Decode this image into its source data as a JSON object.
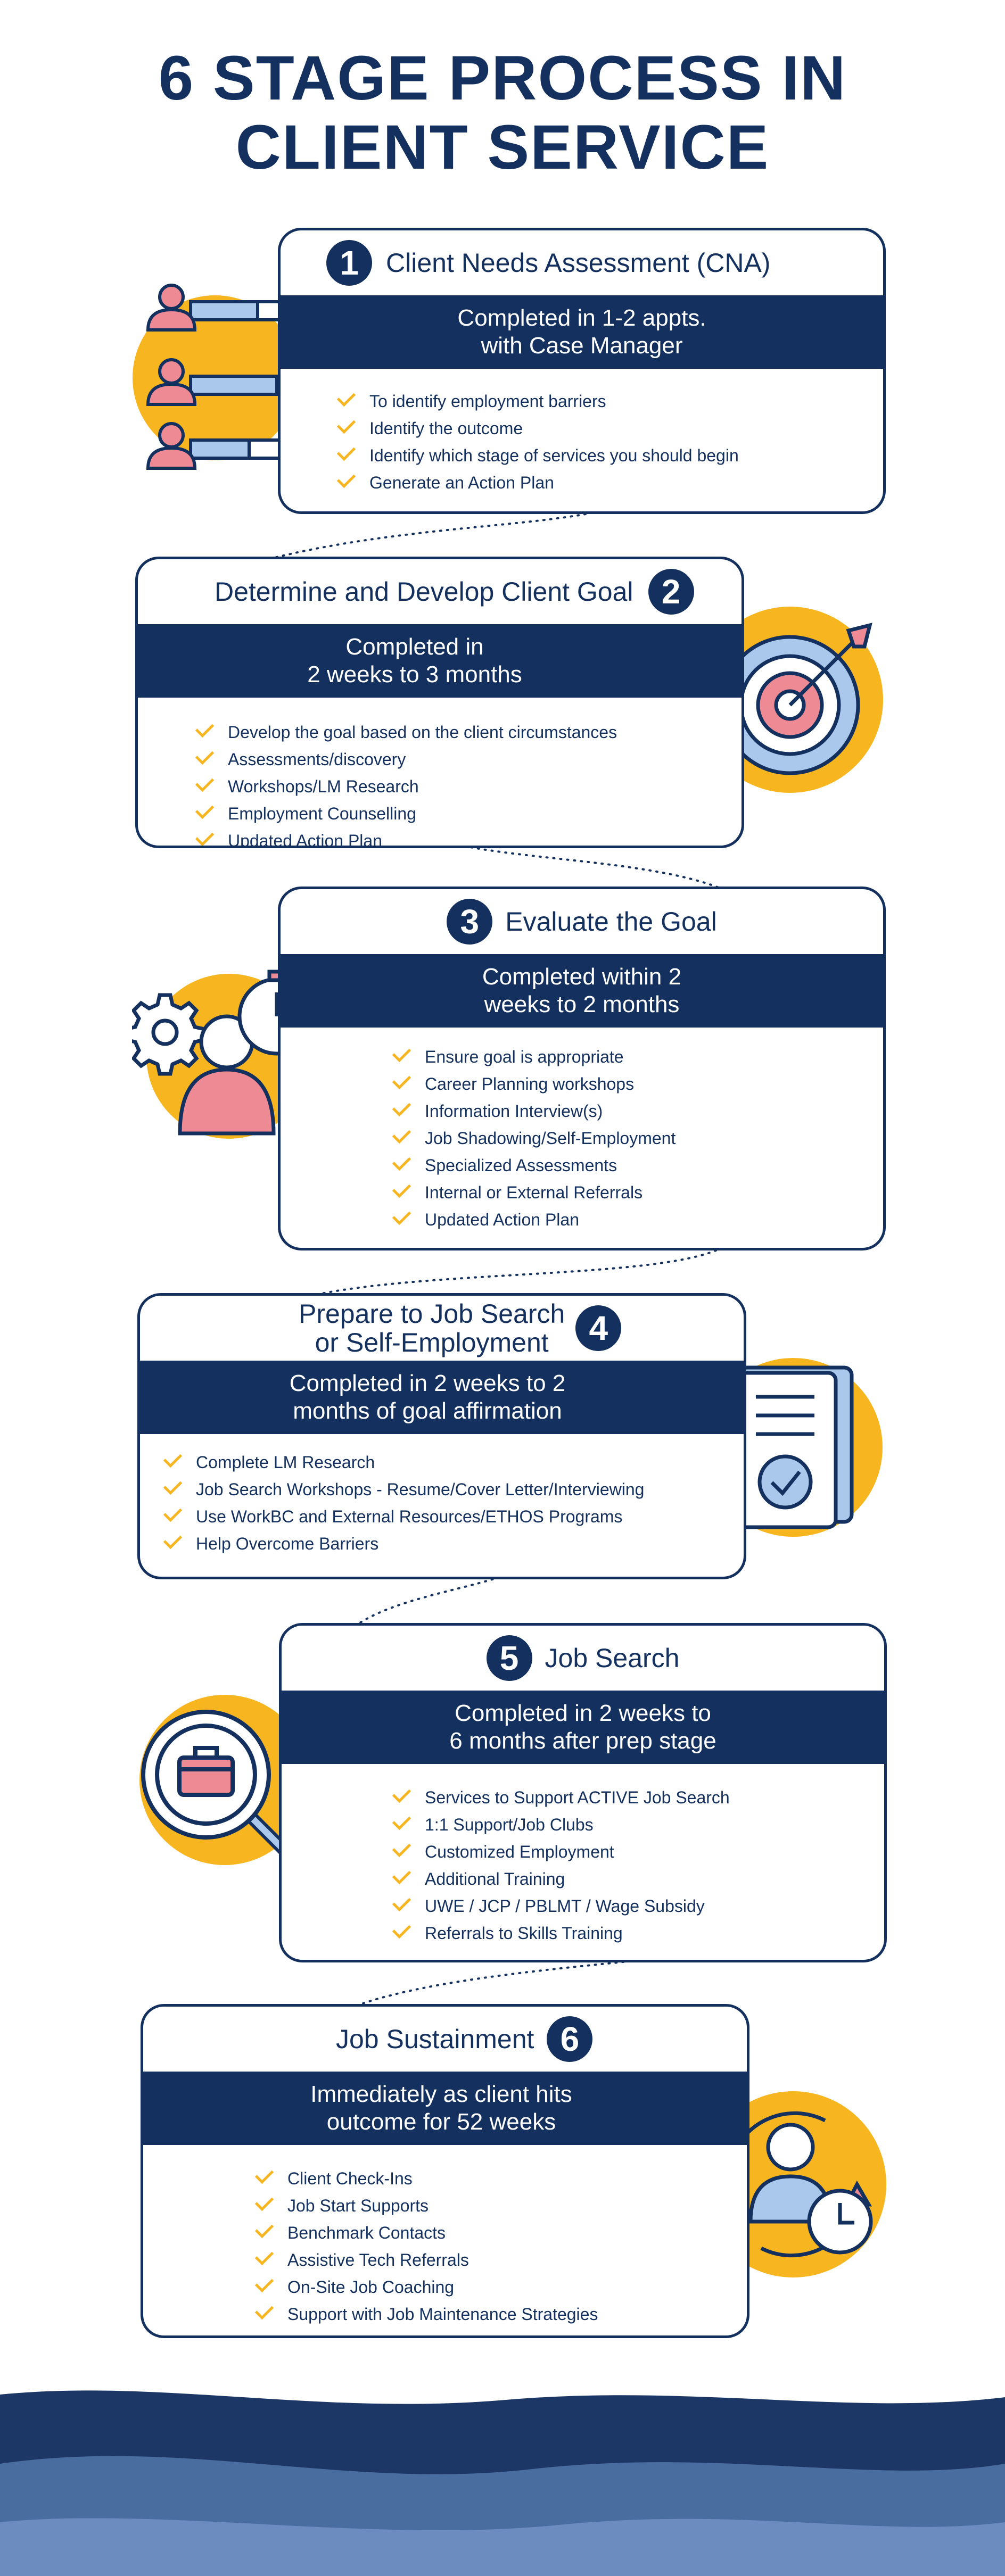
{
  "title_line1": "6 STAGE PROCESS IN",
  "title_line2": "CLIENT SERVICE",
  "colors": {
    "navy": "#14305f",
    "yellow": "#f7b520",
    "pink": "#ee8a93",
    "lightblue": "#a9c8ec"
  },
  "stages": [
    {
      "number": "1",
      "title": "Client Needs Assessment (CNA)",
      "band_line1": "Completed in 1-2 appts.",
      "band_line2": "with Case Manager",
      "items": [
        "To identify employment barriers",
        "Identify the outcome",
        "Identify which stage of services you should begin",
        "Generate an Action Plan"
      ],
      "icon": "user-progress-bars-icon"
    },
    {
      "number": "2",
      "title": "Determine and Develop Client Goal",
      "band_line1": "Completed in",
      "band_line2": "2 weeks to 3 months",
      "items": [
        "Develop the goal based on the client circumstances",
        "Assessments/discovery",
        "Workshops/LM Research",
        "Employment Counselling",
        "Updated Action Plan"
      ],
      "icon": "target-arrow-icon"
    },
    {
      "number": "3",
      "title": "Evaluate the Goal",
      "band_line1": "Completed within 2",
      "band_line2": "weeks to 2 months",
      "items": [
        "Ensure goal is appropriate",
        "Career Planning workshops",
        "Information Interview(s)",
        "Job Shadowing/Self-Employment",
        "Specialized Assessments",
        "Internal or External Referrals",
        "Updated Action Plan"
      ],
      "icon": "person-gear-stopwatch-icon"
    },
    {
      "number": "4",
      "title_line1": "Prepare to Job Search",
      "title_line2": "or Self-Employment",
      "band_line1": "Completed in 2 weeks to 2",
      "band_line2": "months of goal affirmation",
      "items": [
        "Complete LM Research",
        "Job Search Workshops - Resume/Cover Letter/Interviewing",
        "Use WorkBC and External Resources/ETHOS Programs",
        "Help Overcome Barriers"
      ],
      "icon": "document-checkmark-icon"
    },
    {
      "number": "5",
      "title": "Job Search",
      "band_line1": "Completed in 2 weeks to",
      "band_line2": "6 months after prep stage",
      "items": [
        "Services to Support ACTIVE Job Search",
        "1:1 Support/Job Clubs",
        "Customized Employment",
        "Additional Training",
        "UWE / JCP / PBLMT / Wage Subsidy",
        "Referrals to Skills Training"
      ],
      "icon": "magnifier-briefcase-icon"
    },
    {
      "number": "6",
      "title": "Job Sustainment",
      "band_line1": "Immediately as client hits",
      "band_line2": "outcome for 52 weeks",
      "items": [
        "Client Check-Ins",
        "Job Start Supports",
        "Benchmark Contacts",
        "Assistive Tech Referrals",
        "On-Site Job Coaching",
        "Support with Job Maintenance Strategies"
      ],
      "icon": "person-cycle-clock-icon"
    }
  ]
}
